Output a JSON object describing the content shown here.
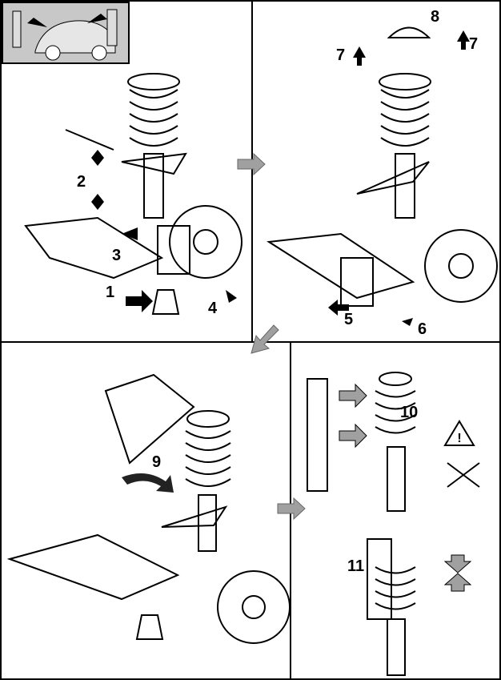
{
  "steps": {
    "s1": "1",
    "s2": "2",
    "s3": "3",
    "s4": "4",
    "s5": "5",
    "s6": "6",
    "s7a": "7",
    "s7b": "7",
    "s8": "8",
    "s9": "9",
    "s10": "10",
    "s11": "11"
  },
  "colors": {
    "flow_arrow": "#a0a0a0",
    "inset_bg": "#c8c8c8",
    "line": "#000000"
  },
  "icons": [
    "car-inset-icon",
    "warning-triangle-icon",
    "prohibited-spring-icon",
    "flow-arrow-icon"
  ]
}
